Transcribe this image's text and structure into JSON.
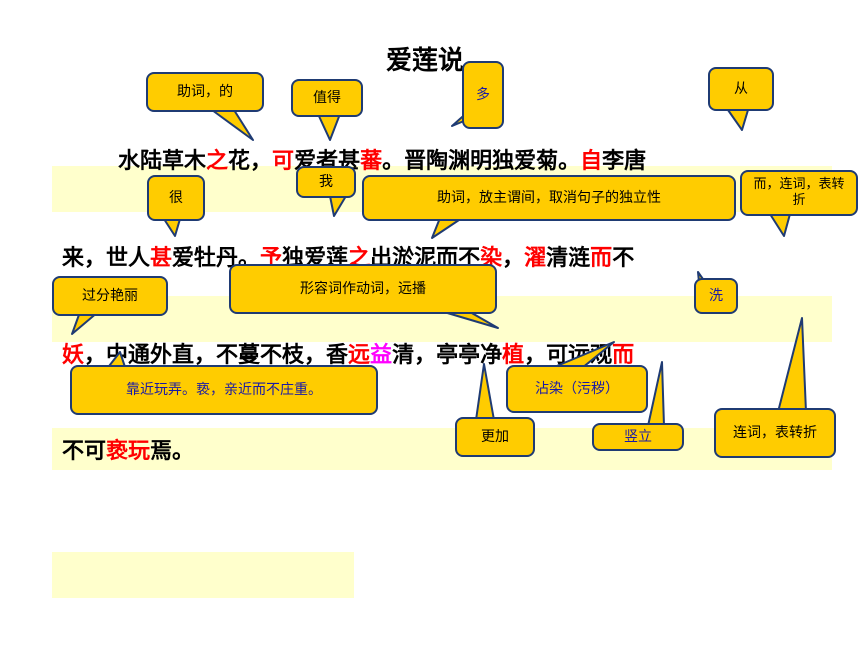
{
  "title": "爱莲说",
  "text": {
    "l1": [
      "水陆草木",
      "之",
      "花，",
      "可",
      "爱者甚",
      "蕃",
      "。晋陶渊明独爱菊。",
      "自",
      "李唐"
    ],
    "l2": [
      "来，世人",
      "甚",
      "爱牡丹。",
      "予",
      "独爱莲",
      "之",
      "出淤泥而不",
      "染",
      "，",
      "濯",
      "清涟",
      "而",
      "不"
    ],
    "l3": [
      "妖",
      "，中通外直，不蔓不枝，香",
      "远",
      "益",
      "清，亭亭净",
      "植",
      "，可远观",
      "而"
    ],
    "l4": [
      "不可",
      "亵玩",
      "焉。"
    ]
  },
  "notes": {
    "de": "助词，的",
    "zhide": "值得",
    "duo": "多",
    "cong": "从",
    "hen": "很",
    "wo": "我",
    "zhuci": "助词，放主谓间，取消句子的独立性",
    "lianci1": "而，连词，表转折",
    "guofen": "过分艳丽",
    "xingrong": "形容词作动词，远播",
    "xi": "洗",
    "kaojin": "靠近玩弄。亵，亲近而不庄重。",
    "zhanran": "沾染（污秽）",
    "gengjia": "更加",
    "shuli": "竖立",
    "lianci2": "连词，表转折"
  }
}
